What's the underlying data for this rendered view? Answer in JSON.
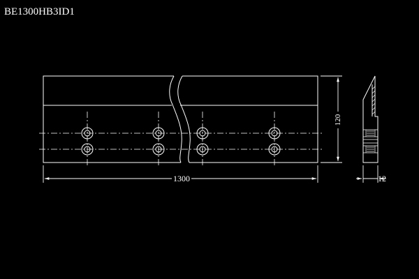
{
  "drawing": {
    "part_number": "BE1300HB3ID1",
    "dimensions": {
      "length": "1300",
      "height": "120",
      "thickness": "12"
    },
    "colors": {
      "background": "#000000",
      "lines": "#ffffff"
    }
  }
}
